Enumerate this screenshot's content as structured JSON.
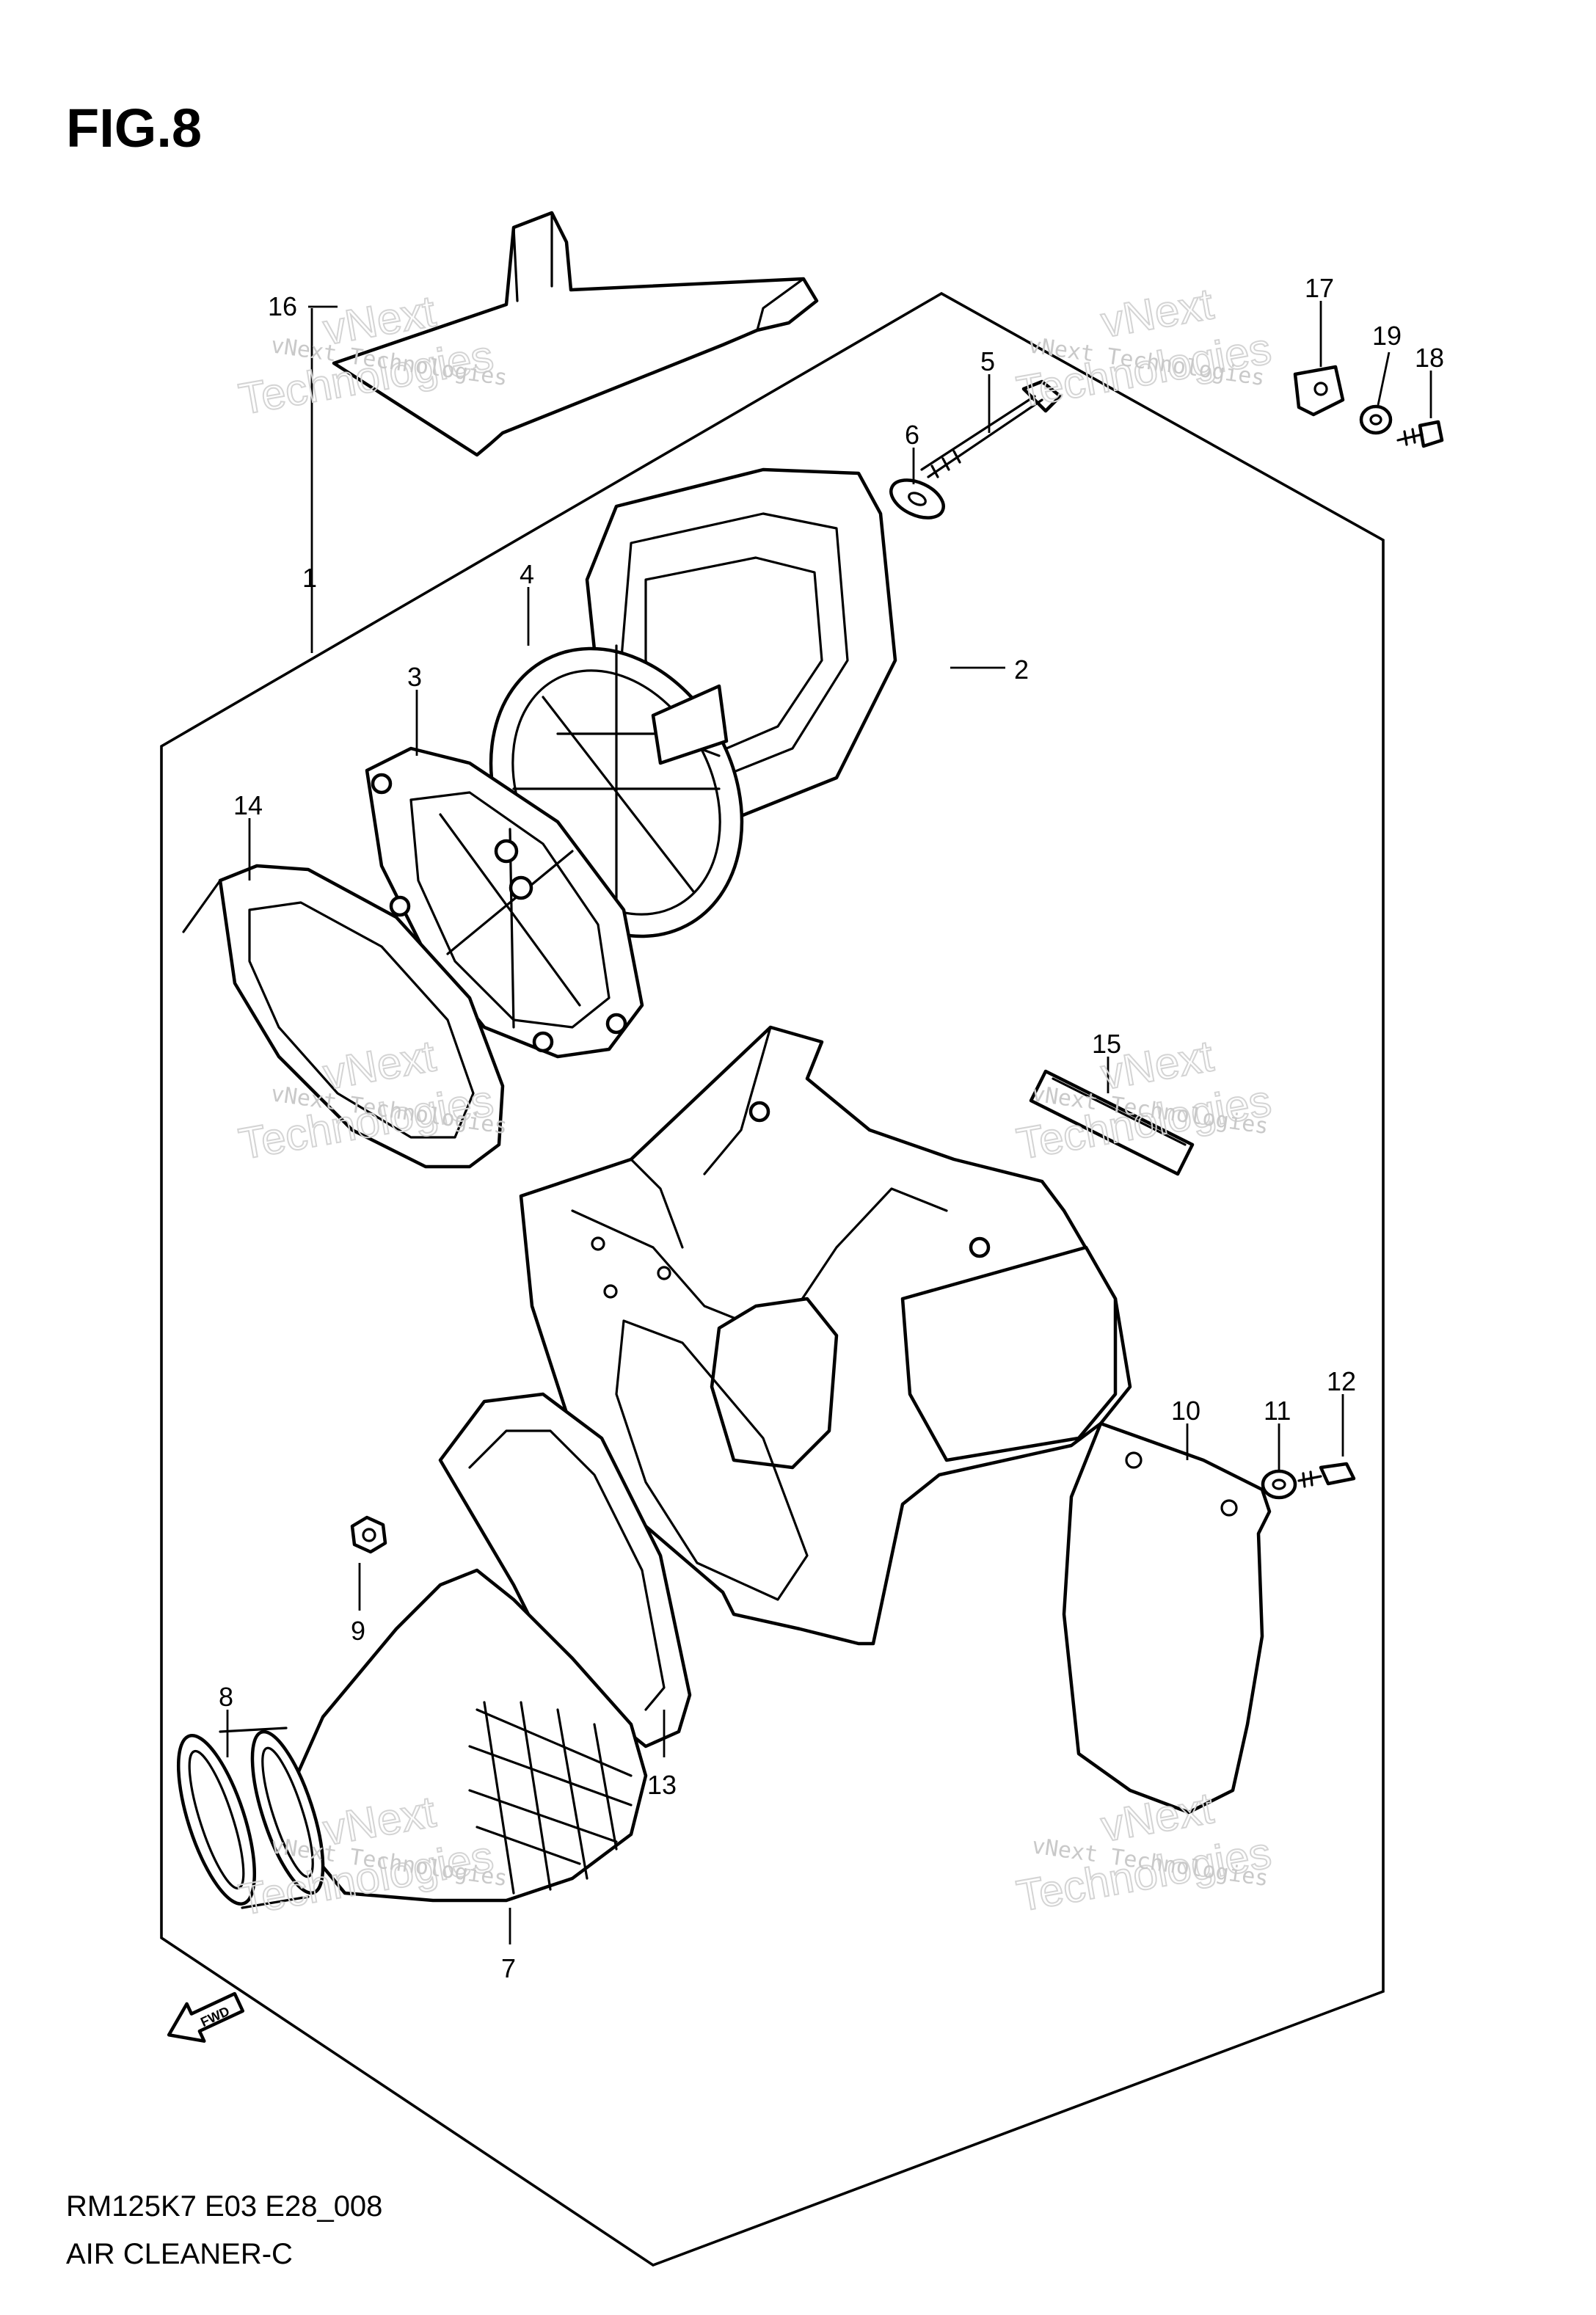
{
  "figure": {
    "title": "FIG.8"
  },
  "footer": {
    "model_code": "RM125K7 E03 E28_008",
    "section": "AIR CLEANER-C"
  },
  "fwd_label": "FWD",
  "watermark": {
    "line1": "vNext Technologies",
    "big_word1": "vNext",
    "big_word2": "Technologies"
  },
  "callouts": [
    "1",
    "2",
    "3",
    "4",
    "5",
    "6",
    "7",
    "8",
    "9",
    "10",
    "11",
    "12",
    "13",
    "14",
    "15",
    "16",
    "17",
    "18",
    "19"
  ]
}
